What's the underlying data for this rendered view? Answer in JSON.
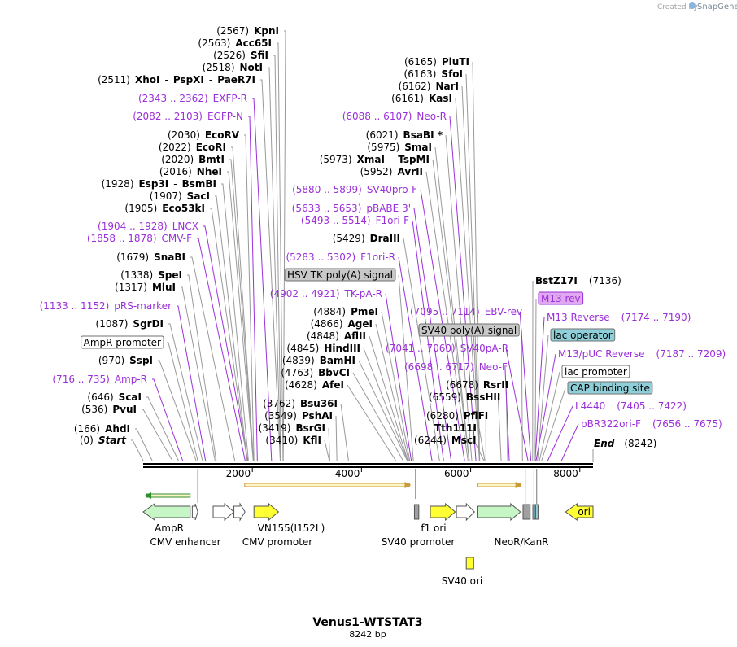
{
  "credit": {
    "prefix": "Created by",
    "brand": "SnapGene"
  },
  "title": "Venus1-WTSTAT3",
  "length_label": "8242 bp",
  "scale": {
    "length": 8242,
    "ticks": [
      {
        "bp": 2000,
        "label": "2000"
      },
      {
        "bp": 4000,
        "label": "4000"
      },
      {
        "bp": 6000,
        "label": "6000"
      },
      {
        "bp": 8000,
        "label": "8000"
      }
    ]
  },
  "left_labels": [
    {
      "bp": 0,
      "parts": [
        {
          "t": "(0)",
          "c": "pos"
        },
        {
          "t": "Start",
          "c": "enz",
          "i": true
        }
      ]
    },
    {
      "bp": 166,
      "parts": [
        {
          "t": "(166)",
          "c": "pos"
        },
        {
          "t": "AhdI",
          "c": "enz"
        }
      ]
    },
    {
      "bp": 536,
      "parts": [
        {
          "t": "(536)",
          "c": "pos"
        },
        {
          "t": "PvuI",
          "c": "enz"
        }
      ]
    },
    {
      "bp": 646,
      "parts": [
        {
          "t": "(646)",
          "c": "pos"
        },
        {
          "t": "ScaI",
          "c": "enz"
        }
      ]
    },
    {
      "bp": 725,
      "purple": true,
      "parts": [
        {
          "t": "(716 .. 735)",
          "c": "prim"
        },
        {
          "t": "Amp-R",
          "c": "prim"
        }
      ]
    },
    {
      "bp": 970,
      "parts": [
        {
          "t": "(970)",
          "c": "pos"
        },
        {
          "t": "SspI",
          "c": "enz"
        }
      ]
    },
    {
      "bp": 1000,
      "box": "AmpR promoter",
      "fill": "#ffffff"
    },
    {
      "bp": 1087,
      "parts": [
        {
          "t": "(1087)",
          "c": "pos"
        },
        {
          "t": "SgrDI",
          "c": "enz"
        }
      ]
    },
    {
      "bp": 1142,
      "purple": true,
      "parts": [
        {
          "t": "(1133 .. 1152)",
          "c": "prim"
        },
        {
          "t": "pRS-marker",
          "c": "prim"
        }
      ]
    },
    {
      "bp": 1317,
      "parts": [
        {
          "t": "(1317)",
          "c": "pos"
        },
        {
          "t": "MluI",
          "c": "enz"
        }
      ]
    },
    {
      "bp": 1338,
      "parts": [
        {
          "t": "(1338)",
          "c": "pos"
        },
        {
          "t": "SpeI",
          "c": "enz"
        }
      ]
    },
    {
      "bp": 1679,
      "parts": [
        {
          "t": "(1679)",
          "c": "pos"
        },
        {
          "t": "SnaBI",
          "c": "enz"
        }
      ]
    },
    {
      "bp": 1868,
      "purple": true,
      "parts": [
        {
          "t": "(1858 .. 1878)",
          "c": "prim"
        },
        {
          "t": "CMV-F",
          "c": "prim"
        }
      ]
    },
    {
      "bp": 1916,
      "purple": true,
      "parts": [
        {
          "t": "(1904 .. 1928)",
          "c": "prim"
        },
        {
          "t": "LNCX",
          "c": "prim"
        }
      ]
    },
    {
      "bp": 1905,
      "parts": [
        {
          "t": "(1905)",
          "c": "pos"
        },
        {
          "t": "Eco53kI",
          "c": "enz"
        }
      ]
    },
    {
      "bp": 1907,
      "parts": [
        {
          "t": "(1907)",
          "c": "pos"
        },
        {
          "t": "SacI",
          "c": "enz"
        }
      ]
    },
    {
      "bp": 1928,
      "parts": [
        {
          "t": "(1928)",
          "c": "pos"
        },
        {
          "t": "Esp3I",
          "c": "enz"
        },
        {
          "t": "-",
          "c": "sep"
        },
        {
          "t": "BsmBI",
          "c": "enz"
        }
      ]
    },
    {
      "bp": 2016,
      "parts": [
        {
          "t": "(2016)",
          "c": "pos"
        },
        {
          "t": "NheI",
          "c": "enz"
        }
      ]
    },
    {
      "bp": 2020,
      "parts": [
        {
          "t": "(2020)",
          "c": "pos"
        },
        {
          "t": "BmtI",
          "c": "enz"
        }
      ]
    },
    {
      "bp": 2022,
      "parts": [
        {
          "t": "(2022)",
          "c": "pos"
        },
        {
          "t": "EcoRI",
          "c": "enz"
        }
      ]
    },
    {
      "bp": 2030,
      "parts": [
        {
          "t": "(2030)",
          "c": "pos"
        },
        {
          "t": "EcoRV",
          "c": "enz"
        }
      ]
    },
    {
      "bp": 2092,
      "purple": true,
      "parts": [
        {
          "t": "(2082 .. 2103)",
          "c": "prim"
        },
        {
          "t": "EGFP-N",
          "c": "prim"
        }
      ]
    },
    {
      "bp": 2352,
      "purple": true,
      "parts": [
        {
          "t": "(2343 .. 2362)",
          "c": "prim"
        },
        {
          "t": "EXFP-R",
          "c": "prim"
        }
      ]
    },
    {
      "bp": 2511,
      "parts": [
        {
          "t": "(2511)",
          "c": "pos"
        },
        {
          "t": "XhoI",
          "c": "enz"
        },
        {
          "t": "-",
          "c": "sep"
        },
        {
          "t": "PspXI",
          "c": "enz"
        },
        {
          "t": "-",
          "c": "sep"
        },
        {
          "t": "PaeR7I",
          "c": "enz"
        }
      ]
    },
    {
      "bp": 2518,
      "parts": [
        {
          "t": "(2518)",
          "c": "pos"
        },
        {
          "t": "NotI",
          "c": "enz"
        }
      ]
    },
    {
      "bp": 2526,
      "parts": [
        {
          "t": "(2526)",
          "c": "pos"
        },
        {
          "t": "SfiI",
          "c": "enz"
        }
      ]
    },
    {
      "bp": 2563,
      "parts": [
        {
          "t": "(2563)",
          "c": "pos"
        },
        {
          "t": "Acc65I",
          "c": "enz"
        }
      ]
    },
    {
      "bp": 2567,
      "parts": [
        {
          "t": "(2567)",
          "c": "pos"
        },
        {
          "t": "KpnI",
          "c": "enz"
        }
      ]
    }
  ],
  "middle_labels": [
    {
      "bp": 3410,
      "parts": [
        {
          "t": "(3410)",
          "c": "pos"
        },
        {
          "t": "KflI",
          "c": "enz"
        }
      ]
    },
    {
      "bp": 3419,
      "parts": [
        {
          "t": "(3419)",
          "c": "pos"
        },
        {
          "t": "BsrGI",
          "c": "enz"
        }
      ]
    },
    {
      "bp": 3549,
      "parts": [
        {
          "t": "(3549)",
          "c": "pos"
        },
        {
          "t": "PshAI",
          "c": "enz"
        }
      ]
    },
    {
      "bp": 3762,
      "parts": [
        {
          "t": "(3762)",
          "c": "pos"
        },
        {
          "t": "Bsu36I",
          "c": "enz"
        }
      ]
    },
    {
      "bp": 4628,
      "parts": [
        {
          "t": "(4628)",
          "c": "pos"
        },
        {
          "t": "AfeI",
          "c": "enz"
        }
      ]
    },
    {
      "bp": 4763,
      "parts": [
        {
          "t": "(4763)",
          "c": "pos"
        },
        {
          "t": "BbvCI",
          "c": "enz"
        }
      ]
    },
    {
      "bp": 4839,
      "parts": [
        {
          "t": "(4839)",
          "c": "pos"
        },
        {
          "t": "BamHI",
          "c": "enz"
        }
      ]
    },
    {
      "bp": 4845,
      "parts": [
        {
          "t": "(4845)",
          "c": "pos"
        },
        {
          "t": "HindIII",
          "c": "enz"
        }
      ]
    },
    {
      "bp": 4848,
      "parts": [
        {
          "t": "(4848)",
          "c": "pos"
        },
        {
          "t": "AflII",
          "c": "enz"
        }
      ]
    },
    {
      "bp": 4866,
      "parts": [
        {
          "t": "(4866)",
          "c": "pos"
        },
        {
          "t": "AgeI",
          "c": "enz"
        }
      ]
    },
    {
      "bp": 4884,
      "parts": [
        {
          "t": "(4884)",
          "c": "pos"
        },
        {
          "t": "PmeI",
          "c": "enz"
        }
      ]
    },
    {
      "bp": 4912,
      "purple": true,
      "parts": [
        {
          "t": "(4902 .. 4921)",
          "c": "prim"
        },
        {
          "t": "TK-pA-R",
          "c": "prim"
        }
      ]
    },
    {
      "bp": 4950,
      "box": "HSV TK poly(A) signal",
      "fill": "#c8c8c8"
    },
    {
      "bp": 5292,
      "purple": true,
      "parts": [
        {
          "t": "(5283 .. 5302)",
          "c": "prim"
        },
        {
          "t": "F1ori-R",
          "c": "prim"
        }
      ]
    },
    {
      "bp": 5429,
      "parts": [
        {
          "t": "(5429)",
          "c": "pos"
        },
        {
          "t": "DraIII",
          "c": "enz"
        }
      ]
    },
    {
      "bp": 5503,
      "purple": true,
      "parts": [
        {
          "t": "(5493 .. 5514)",
          "c": "prim"
        },
        {
          "t": "F1ori-F",
          "c": "prim"
        }
      ]
    },
    {
      "bp": 5643,
      "purple": true,
      "parts": [
        {
          "t": "(5633 .. 5653)",
          "c": "prim"
        },
        {
          "t": "pBABE 3'",
          "c": "prim"
        }
      ]
    },
    {
      "bp": 5889,
      "purple": true,
      "parts": [
        {
          "t": "(5880 .. 5899)",
          "c": "prim"
        },
        {
          "t": "SV40pro-F",
          "c": "prim"
        }
      ]
    },
    {
      "bp": 5952,
      "parts": [
        {
          "t": "(5952)",
          "c": "pos"
        },
        {
          "t": "AvrII",
          "c": "enz"
        }
      ]
    },
    {
      "bp": 5973,
      "parts": [
        {
          "t": "(5973)",
          "c": "pos"
        },
        {
          "t": "XmaI",
          "c": "enz"
        },
        {
          "t": "-",
          "c": "sep"
        },
        {
          "t": "TspMI",
          "c": "enz"
        }
      ]
    },
    {
      "bp": 5975,
      "parts": [
        {
          "t": "(5975)",
          "c": "pos"
        },
        {
          "t": "SmaI",
          "c": "enz"
        }
      ]
    },
    {
      "bp": 6021,
      "parts": [
        {
          "t": "(6021)",
          "c": "pos"
        },
        {
          "t": "BsaBI *",
          "c": "enz"
        }
      ]
    },
    {
      "bp": 6097,
      "purple": true,
      "parts": [
        {
          "t": "(6088 .. 6107)",
          "c": "prim"
        },
        {
          "t": "Neo-R",
          "c": "prim"
        }
      ]
    },
    {
      "bp": 6161,
      "parts": [
        {
          "t": "(6161)",
          "c": "pos"
        },
        {
          "t": "KasI",
          "c": "enz"
        }
      ]
    },
    {
      "bp": 6162,
      "parts": [
        {
          "t": "(6162)",
          "c": "pos"
        },
        {
          "t": "NarI",
          "c": "enz"
        }
      ]
    },
    {
      "bp": 6163,
      "parts": [
        {
          "t": "(6163)",
          "c": "pos"
        },
        {
          "t": "SfoI",
          "c": "enz"
        }
      ]
    },
    {
      "bp": 6165,
      "parts": [
        {
          "t": "(6165)",
          "c": "pos"
        },
        {
          "t": "PluTI",
          "c": "enz"
        }
      ]
    }
  ],
  "right_labels": [
    {
      "bp": 6244,
      "parts": [
        {
          "t": "(6244)",
          "c": "pos"
        },
        {
          "t": "MscI",
          "c": "enz"
        }
      ]
    },
    {
      "bp": 6260,
      "parts": [
        {
          "t": "Tth111I",
          "c": "enz"
        }
      ]
    },
    {
      "bp": 6280,
      "parts": [
        {
          "t": "(6280)",
          "c": "pos"
        },
        {
          "t": "PflFI",
          "c": "enz"
        }
      ]
    },
    {
      "bp": 6559,
      "parts": [
        {
          "t": "(6559)",
          "c": "pos"
        },
        {
          "t": "BssHII",
          "c": "enz"
        }
      ]
    },
    {
      "bp": 6678,
      "parts": [
        {
          "t": "(6678)",
          "c": "pos"
        },
        {
          "t": "RsrII",
          "c": "enz"
        }
      ]
    },
    {
      "bp": 6707,
      "purple": true,
      "parts": [
        {
          "t": "(6698 .. 6717)",
          "c": "prim"
        },
        {
          "t": "Neo-F",
          "c": "prim"
        }
      ]
    },
    {
      "bp": 7050,
      "purple": true,
      "parts": [
        {
          "t": "(7041 .. 7060)",
          "c": "prim"
        },
        {
          "t": "SV40pA-R",
          "c": "prim"
        }
      ]
    },
    {
      "bp": 6950,
      "box": "SV40 poly(A) signal",
      "fill": "#c8c8c8"
    },
    {
      "bp": 7104,
      "purple": true,
      "parts": [
        {
          "t": "(7095 .. 7114)",
          "c": "prim"
        },
        {
          "t": "EBV-rev",
          "c": "prim"
        }
      ]
    }
  ],
  "far_right_labels": [
    {
      "bp": 7665,
      "purple": true,
      "parts": [
        {
          "t": "pBR322ori-F",
          "c": "prim"
        },
        {
          "t": "(7656 .. 7675)",
          "c": "prim"
        }
      ]
    },
    {
      "bp": 7413,
      "purple": true,
      "parts": [
        {
          "t": "L4440",
          "c": "prim"
        },
        {
          "t": "(7405 .. 7422)",
          "c": "prim"
        }
      ]
    },
    {
      "bp": 7300,
      "box": "CAP binding site",
      "fill": "#8ecfd9"
    },
    {
      "bp": 7260,
      "box": "lac promoter",
      "fill": "#ffffff"
    },
    {
      "bp": 7198,
      "purple": true,
      "parts": [
        {
          "t": "M13/pUC Reverse",
          "c": "prim"
        },
        {
          "t": "(7187 .. 7209)",
          "c": "prim"
        }
      ]
    },
    {
      "bp": 7225,
      "box": "lac operator",
      "fill": "#8ecfd9"
    },
    {
      "bp": 7182,
      "purple": true,
      "parts": [
        {
          "t": "M13 Reverse",
          "c": "prim"
        },
        {
          "t": "(7174 .. 7190)",
          "c": "prim"
        }
      ]
    },
    {
      "bp": 7182,
      "box": "M13 rev",
      "fill": "#e0a8f0",
      "purplebox": true
    },
    {
      "bp": 7136,
      "parts": [
        {
          "t": "BstZ17I",
          "c": "enz"
        },
        {
          "t": "(7136)",
          "c": "pos"
        }
      ]
    }
  ],
  "end_label": {
    "bp": 8242,
    "name": "End",
    "pos": "(8242)"
  },
  "features": [
    {
      "start": 0,
      "end": 861,
      "name": "AmpR",
      "dir": "left",
      "color": "#c6f5c6"
    },
    {
      "start": 900,
      "end": 1000,
      "name": "",
      "dir": "right",
      "color": "#ffffff"
    },
    {
      "start": 1282,
      "end": 1662,
      "name": "CMV enhancer",
      "dir": "right",
      "color": "#ffffff"
    },
    {
      "start": 1663,
      "end": 1866,
      "name": "CMV promoter",
      "dir": "right",
      "color": "#ffffff"
    },
    {
      "start": 2030,
      "end": 2480,
      "name": "VN155(I152L)",
      "dir": "right",
      "color": "#ffff33"
    },
    {
      "start": 4970,
      "end": 5050,
      "name": "",
      "dir": "none",
      "color": "#a0a0a0"
    },
    {
      "start": 5262,
      "end": 5718,
      "name": "f1 ori",
      "dir": "right",
      "color": "#ffff33"
    },
    {
      "start": 5740,
      "end": 6070,
      "name": "SV40 promoter",
      "dir": "right",
      "color": "#ffffff"
    },
    {
      "start": 6119,
      "end": 6913,
      "name": "NeoR/KanR",
      "dir": "right",
      "color": "#c6f5c6"
    },
    {
      "start": 6960,
      "end": 7090,
      "name": "",
      "dir": "none",
      "color": "#a0a0a0"
    },
    {
      "start": 7140,
      "end": 7180,
      "name": "",
      "dir": "none",
      "color": "#8ecfd9"
    },
    {
      "start": 7190,
      "end": 7230,
      "name": "",
      "dir": "none",
      "color": "#8ecfd9"
    },
    {
      "start": 7740,
      "end": 8242,
      "name": "ori",
      "dir": "left",
      "color": "#ffff33"
    },
    {
      "start": 5920,
      "end": 6055,
      "name": "SV40 ori",
      "dir": "none",
      "color": "#ffff33",
      "row2": true
    }
  ],
  "orfs": [
    {
      "start": 60,
      "end": 860,
      "dir": "left",
      "color": "#2d8f2d"
    },
    {
      "start": 1860,
      "end": 4880,
      "dir": "right",
      "color": "#c99a3a"
    },
    {
      "start": 6120,
      "end": 6910,
      "dir": "right",
      "color": "#c99a3a"
    }
  ]
}
